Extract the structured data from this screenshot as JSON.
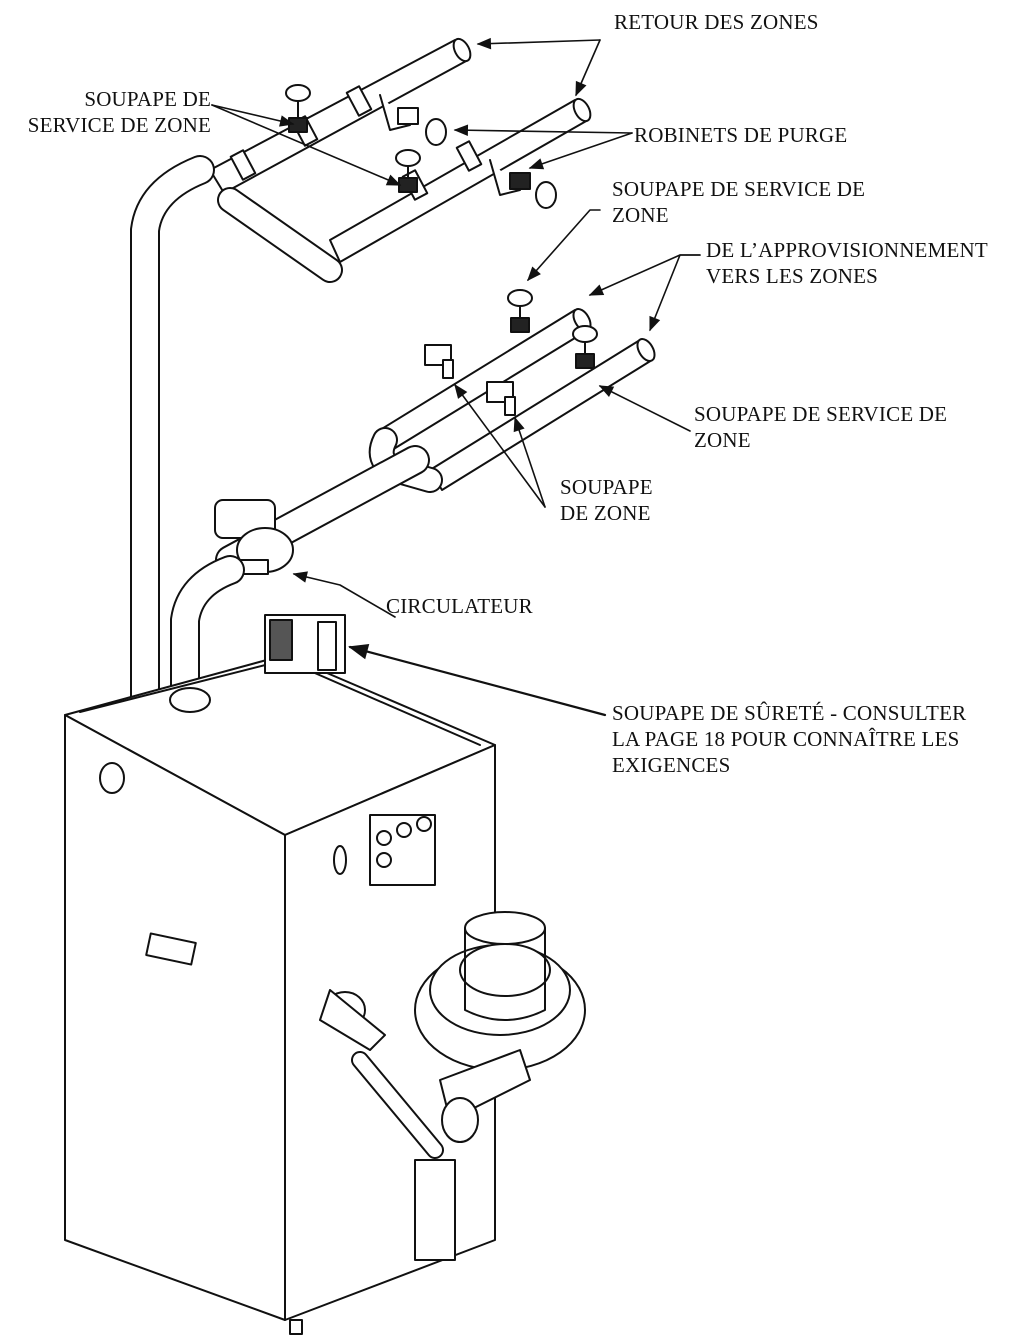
{
  "labels": {
    "retour_zones": "RETOUR DES ZONES",
    "soupape_service_zone_left": [
      "SOUPAPE DE",
      "SERVICE DE ZONE"
    ],
    "robinets_purge": "ROBINETS DE PURGE",
    "soupape_service_zone_top": [
      "SOUPAPE DE SERVICE DE",
      "ZONE"
    ],
    "approvisionnement": [
      "DE L’APPROVISIONNEMENT",
      "VERS LES ZONES"
    ],
    "soupape_service_zone_mid": [
      "SOUPAPE DE SERVICE DE",
      "ZONE"
    ],
    "soupape_zone": [
      "SOUPAPE",
      "DE ZONE"
    ],
    "circulateur": "CIRCULATEUR",
    "soupape_surete": [
      "SOUPAPE DE SÛRETÉ - CONSULTER",
      "LA PAGE 18 POUR CONNAÎTRE LES",
      "EXIGENCES"
    ]
  },
  "colors": {
    "line": "#111111",
    "fill": "#ffffff",
    "shade": "#d9d9d9",
    "dark": "#222222"
  }
}
